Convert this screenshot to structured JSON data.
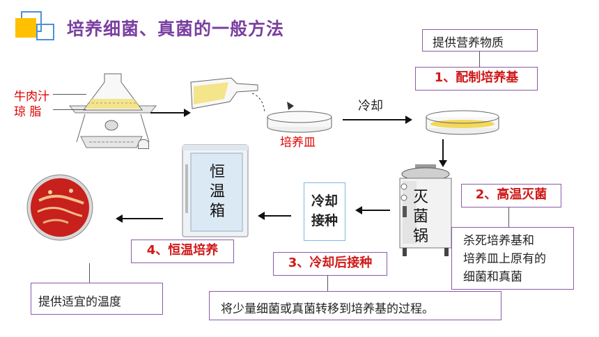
{
  "title": "培养细菌、真菌的一般方法",
  "labels": {
    "beef_broth": "牛肉汁",
    "agar": "琼  脂",
    "petri_dish": "培养皿",
    "cooling": "冷却",
    "cool_inoculate_l1": "冷却",
    "cool_inoculate_l2": "接种",
    "incubator_chars": [
      "恒",
      "温",
      "箱"
    ],
    "sterilizer_chars": [
      "灭",
      "菌",
      "锅"
    ]
  },
  "steps": {
    "s1": "1、配制培养基",
    "s2": "2、高温灭菌",
    "s3": "3、冷却后接种",
    "s4": "4、恒温培养"
  },
  "notes": {
    "nutrients": "提供营养物质",
    "sterilize_l1": "杀死培养基和",
    "sterilize_l2": "培养皿上原有的",
    "sterilize_l3": "细菌和真菌",
    "inoculate": "将少量细菌或真菌转移到培养基的过程。",
    "temperature": "提供适宜的温度"
  },
  "colors": {
    "title": "#7a3fa0",
    "step_text": "#d01818",
    "border": "#8a5aa8",
    "accent_yellow": "#ffc000",
    "accent_blue": "#4a90d9"
  }
}
